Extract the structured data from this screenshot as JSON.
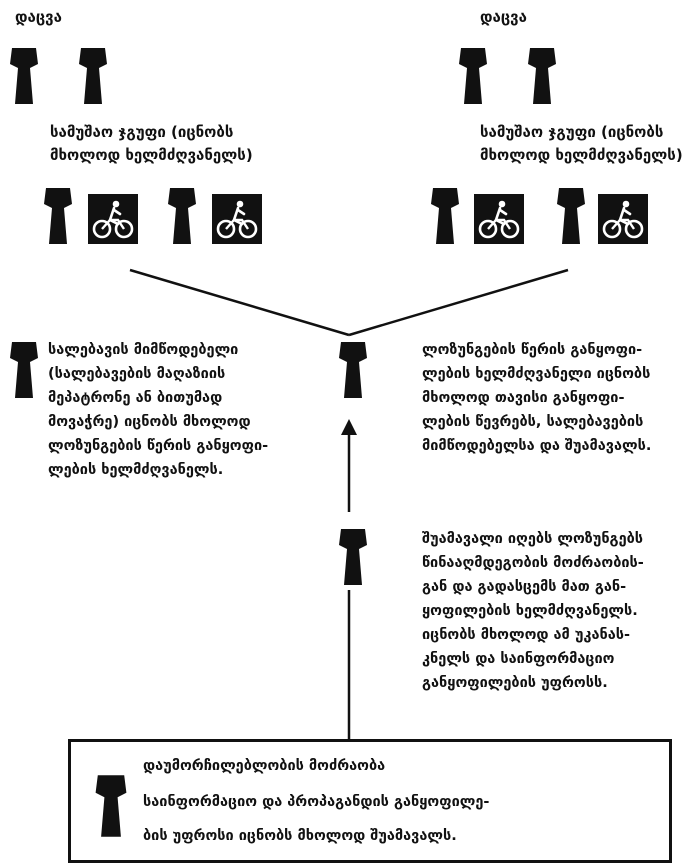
{
  "groups": [
    {
      "guard_label": "დაცვა",
      "team_caption_line1": "სამუშაო ჯგუფი (იცნობს",
      "team_caption_line2": "მხოლოდ ხელმძღვანელს)"
    },
    {
      "guard_label": "დაცვა",
      "team_caption_line1": "სამუშაო ჯგუფი (იცნობს",
      "team_caption_line2": "მხოლოდ ხელმძღვანელს)"
    }
  ],
  "left_note": [
    "სალებავის მიმწოდებელი",
    "(სალებავების მაღაზიის",
    "მეპატრონე ან ბითუმად",
    "მოვაჭრე) იცნობს მხოლოდ",
    "ლოზუნგების წერის განყოფი-",
    "ლების ხელმძღვანელს."
  ],
  "right_note": [
    "ლოზუნგების წერის განყოფი-",
    "ლების ხელმძღვანელი იცნობს",
    "მხოლოდ თავისი განყოფი-",
    "ლების წევრებს, სალებავების",
    "მიმწოდებელსა და შუამავალს."
  ],
  "middle_note": [
    "შუამავალი იღებს ლოზუნგებს",
    "წინააღმდეგობის მოძრაობის-",
    "გან და გადასცემს მათ გან-",
    "ყოფილების ხელმძღვანელს.",
    "იცნობს მხოლოდ ამ უკანას-",
    "კნელს და საინფორმაციო",
    "განყოფილების უფროსს."
  ],
  "bottom_box": {
    "title": "დაუმორჩილებლობის მოძრაობა",
    "line1": "საინფორმაციო და პროპაგანდის განყოფილე-",
    "line2": "ბის უფროსი იცნობს მხოლოდ შუამავალს."
  },
  "icons": {
    "person": "person-silhouette-icon",
    "cyclist": "cyclist-icon"
  },
  "colors": {
    "ink": "#111111",
    "background": "#ffffff"
  }
}
